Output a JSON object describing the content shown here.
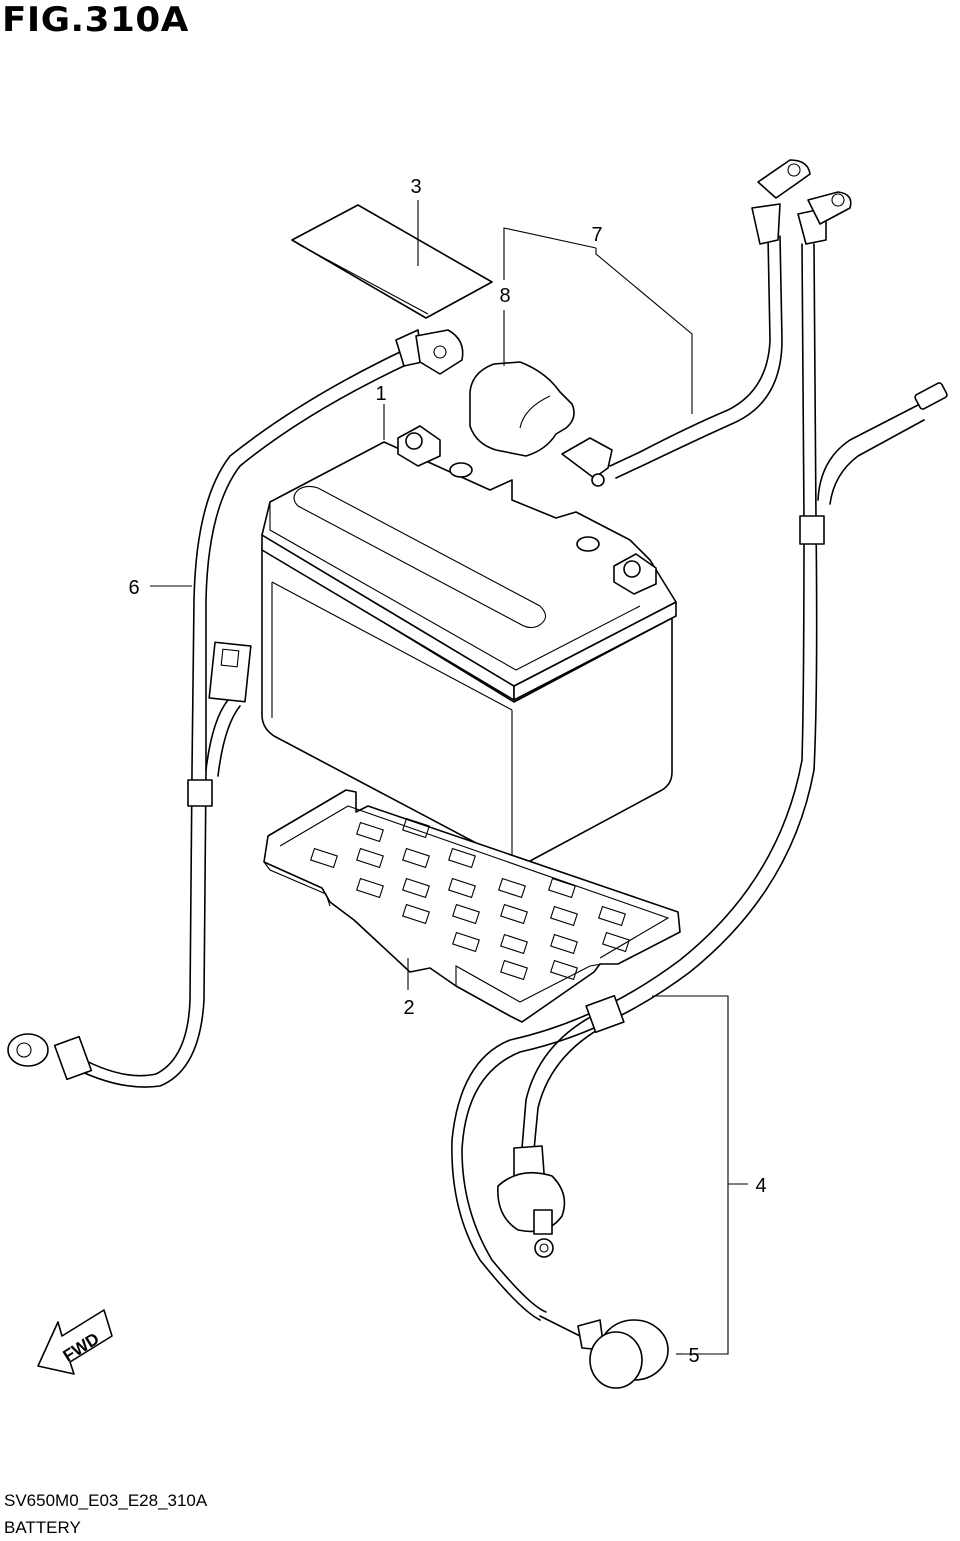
{
  "figure": {
    "title": "FIG.310A",
    "code": "SV650M0_E03_E28_310A",
    "name": "BATTERY"
  },
  "callouts": [
    "1",
    "2",
    "3",
    "4",
    "5",
    "6",
    "7",
    "8"
  ],
  "fwd_label": "FWD"
}
